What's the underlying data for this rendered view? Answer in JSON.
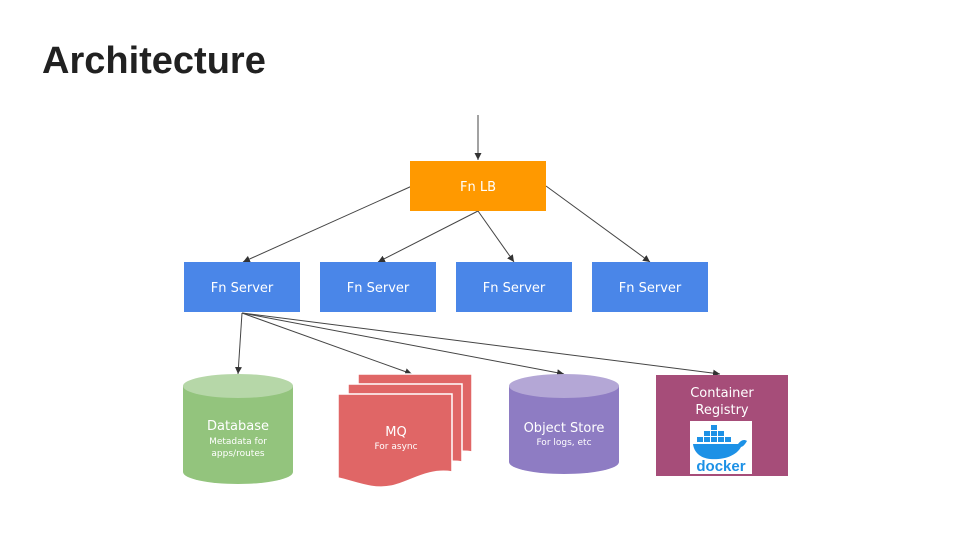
{
  "slide": {
    "title": "Architecture"
  },
  "diagram": {
    "load_balancer": {
      "label": "Fn LB",
      "color": "#ff9900"
    },
    "servers": [
      {
        "label": "Fn Server"
      },
      {
        "label": "Fn Server"
      },
      {
        "label": "Fn Server"
      },
      {
        "label": "Fn Server"
      }
    ],
    "server_color": "#4a86e8",
    "database": {
      "title": "Database",
      "subtitle_line1": "Metadata for",
      "subtitle_line2": "apps/routes",
      "color": "#8fc97a"
    },
    "mq": {
      "title": "MQ",
      "subtitle": "For async",
      "color": "#e06666"
    },
    "object_store": {
      "title": "Object Store",
      "subtitle": "For logs, etc",
      "color": "#8e7cc3"
    },
    "registry": {
      "title_line1": "Container",
      "title_line2": "Registry",
      "logo_text": "docker",
      "color": "#a64d79",
      "logo_color": "#1d91e6"
    }
  }
}
